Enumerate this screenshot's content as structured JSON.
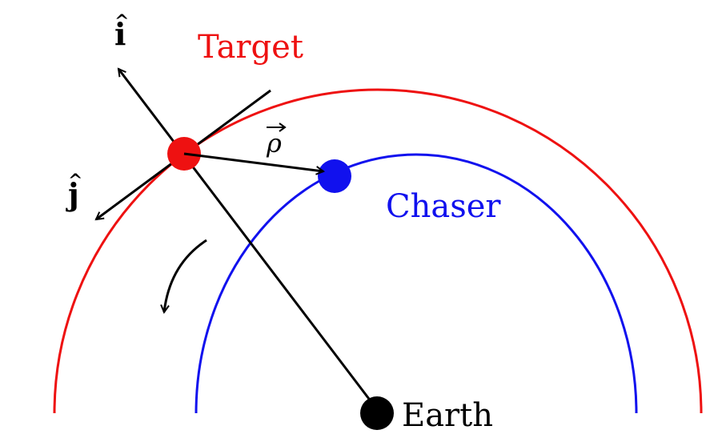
{
  "labels": {
    "target": "Target",
    "chaser": "Chaser",
    "earth": "Earth",
    "rho": "ρ",
    "i_hat": "i",
    "j_hat": "j",
    "hat_mark": "^"
  },
  "colors": {
    "target": "#ee1111",
    "chaser": "#1111ee",
    "earth": "#000000",
    "lines": "#000000"
  }
}
